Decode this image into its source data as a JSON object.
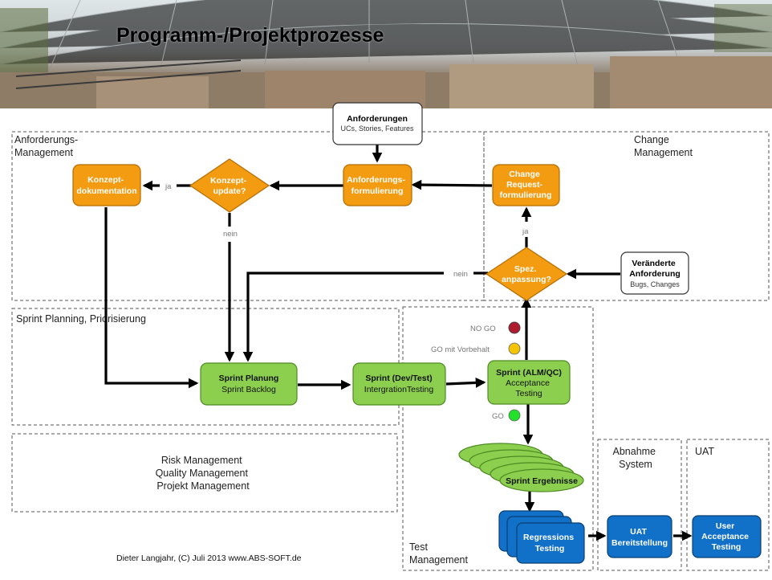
{
  "title": "Programm-/Projektprozesse",
  "footer": "Dieter Langjahr, (C) Juli 2013 www.ABS-SOFT.de",
  "colors": {
    "orange": "#f39c12",
    "green": "#8ccf4f",
    "blue": "#1170c7",
    "nogo": "#b01c2e",
    "vorbehalt": "#f5c400",
    "go": "#22e12a"
  },
  "regions": {
    "anforderungs_management": [
      "Anforderungs-",
      "Management"
    ],
    "change_management": [
      "Change",
      "Management"
    ],
    "sprint_planning": "Sprint Planning, Priorisierung",
    "management_lines": [
      "Risk Management",
      "Quality Management",
      "Projekt Management"
    ],
    "test_management": [
      "Test",
      "Management"
    ],
    "abnahme_system": [
      "Abnahme",
      "System"
    ],
    "uat": "UAT"
  },
  "nodes": {
    "anforderungen": {
      "title": "Anforderungen",
      "sub": "UCs, Stories, Features"
    },
    "anforderungsformulierung": [
      "Anforderungs-",
      "formulierung"
    ],
    "konzeptupdate": [
      "Konzept-",
      "update?"
    ],
    "konzeptdokumentation": [
      "Konzept-",
      "dokumentation"
    ],
    "change_request": [
      "Change",
      "Request-",
      "formulierung"
    ],
    "spez_anpassung": [
      "Spez.",
      "anpassung?"
    ],
    "veraenderte": {
      "title": [
        "Veränderte",
        "Anforderung"
      ],
      "sub": "Bugs, Changes"
    },
    "sprint_planung": {
      "title": "Sprint Planung",
      "sub": "Sprint Backlog"
    },
    "sprint_dev": {
      "title": "Sprint  (Dev/Test)",
      "sub": "IntergrationTesting"
    },
    "sprint_alm": {
      "title": "Sprint  (ALM/QC)",
      "sub": [
        "Acceptance",
        "Testing"
      ]
    },
    "sprint_ergebnisse": "Sprint Ergebnisse",
    "regressions": [
      "Regressions",
      "Testing"
    ],
    "uat_bereitstellung": [
      "UAT",
      "Bereitstellung"
    ],
    "user_acceptance": [
      "User",
      "Acceptance",
      "Testing"
    ]
  },
  "labels": {
    "ja": "ja",
    "nein": "nein",
    "no_go": "NO GO",
    "go_vorbehalt": "GO mit Vorbehalt",
    "go": "GO"
  }
}
